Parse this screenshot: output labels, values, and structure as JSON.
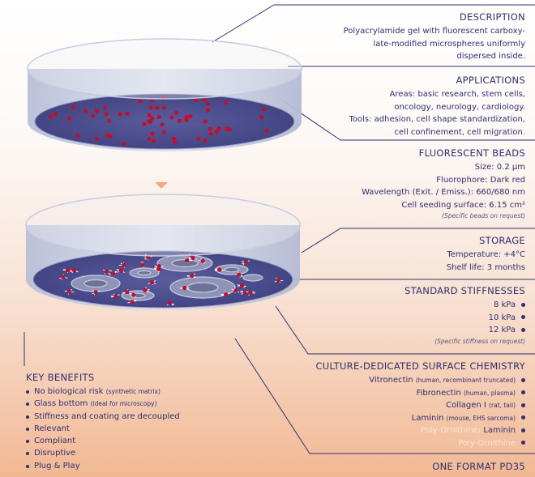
{
  "description": {
    "title": "DESCRIPTION",
    "lines": [
      "Polyacrylamide gel with fluorescent carboxy-",
      "late-modified microspheres uniformly",
      "dispersed inside."
    ]
  },
  "applications": {
    "title": "APPLICATIONS",
    "lines": [
      "Areas: basic research, stem cells,",
      "oncology, neurology, cardiology.",
      "Tools: adhesion, cell shape standardization,",
      "cell confinement, cell migration."
    ]
  },
  "beads": {
    "title": "FLUORESCENT BEADS",
    "size": "Size: 0.2 µm",
    "fluorophore": "Fluorophore: Dark red",
    "wavelength": "Wavelength (Exit. / Emiss.): 660/680 nm",
    "seeding": "Cell seeding surface: 6.15 cm²",
    "note": "(Specific beads on request)"
  },
  "storage": {
    "title": "STORAGE",
    "temperature": "Temperature: +4°C",
    "shelf_life": "Shelf life: 3 months"
  },
  "stiffness": {
    "title": "STANDARD STIFFNESSES",
    "items": [
      "8 kPa",
      "10 kPa",
      "12 kPa"
    ],
    "note": "(Specific stiffness on request)"
  },
  "chemistry": {
    "title": "CULTURE-DEDICATED SURFACE CHEMISTRY",
    "items": [
      {
        "name": "Vitronectin",
        "detail": "(human, recombinant truncated)"
      },
      {
        "name": "Fibronectin",
        "detail": "(human, plasma)"
      },
      {
        "name": "Collagen I",
        "detail": "(rat, tail)"
      },
      {
        "name": "Laminin",
        "detail": "(mouse, EHS sarcoma)"
      }
    ],
    "combo_light": "Poly-Ornithine/",
    "combo_dark": "Laminin",
    "poly": "Poly-Ornithine"
  },
  "format": "ONE FORMAT PD35",
  "key_benefits": {
    "title": "KEY BENEFITS",
    "items": [
      {
        "text": "No biological risk",
        "detail": "(synthetic matrix)"
      },
      {
        "text": "Glass bottom",
        "detail": "(ideal for microscopy)"
      },
      {
        "text": "Stiffness and coating are decoupled",
        "detail": ""
      },
      {
        "text": "Relevant",
        "detail": ""
      },
      {
        "text": "Compliant",
        "detail": ""
      },
      {
        "text": "Disruptive",
        "detail": ""
      },
      {
        "text": "Plug & Play",
        "detail": ""
      }
    ]
  },
  "colors": {
    "navy": "#2f2f6e",
    "bead": "#c0102a",
    "arrow": "#f2a77a",
    "gel": "#4a4c8c"
  }
}
